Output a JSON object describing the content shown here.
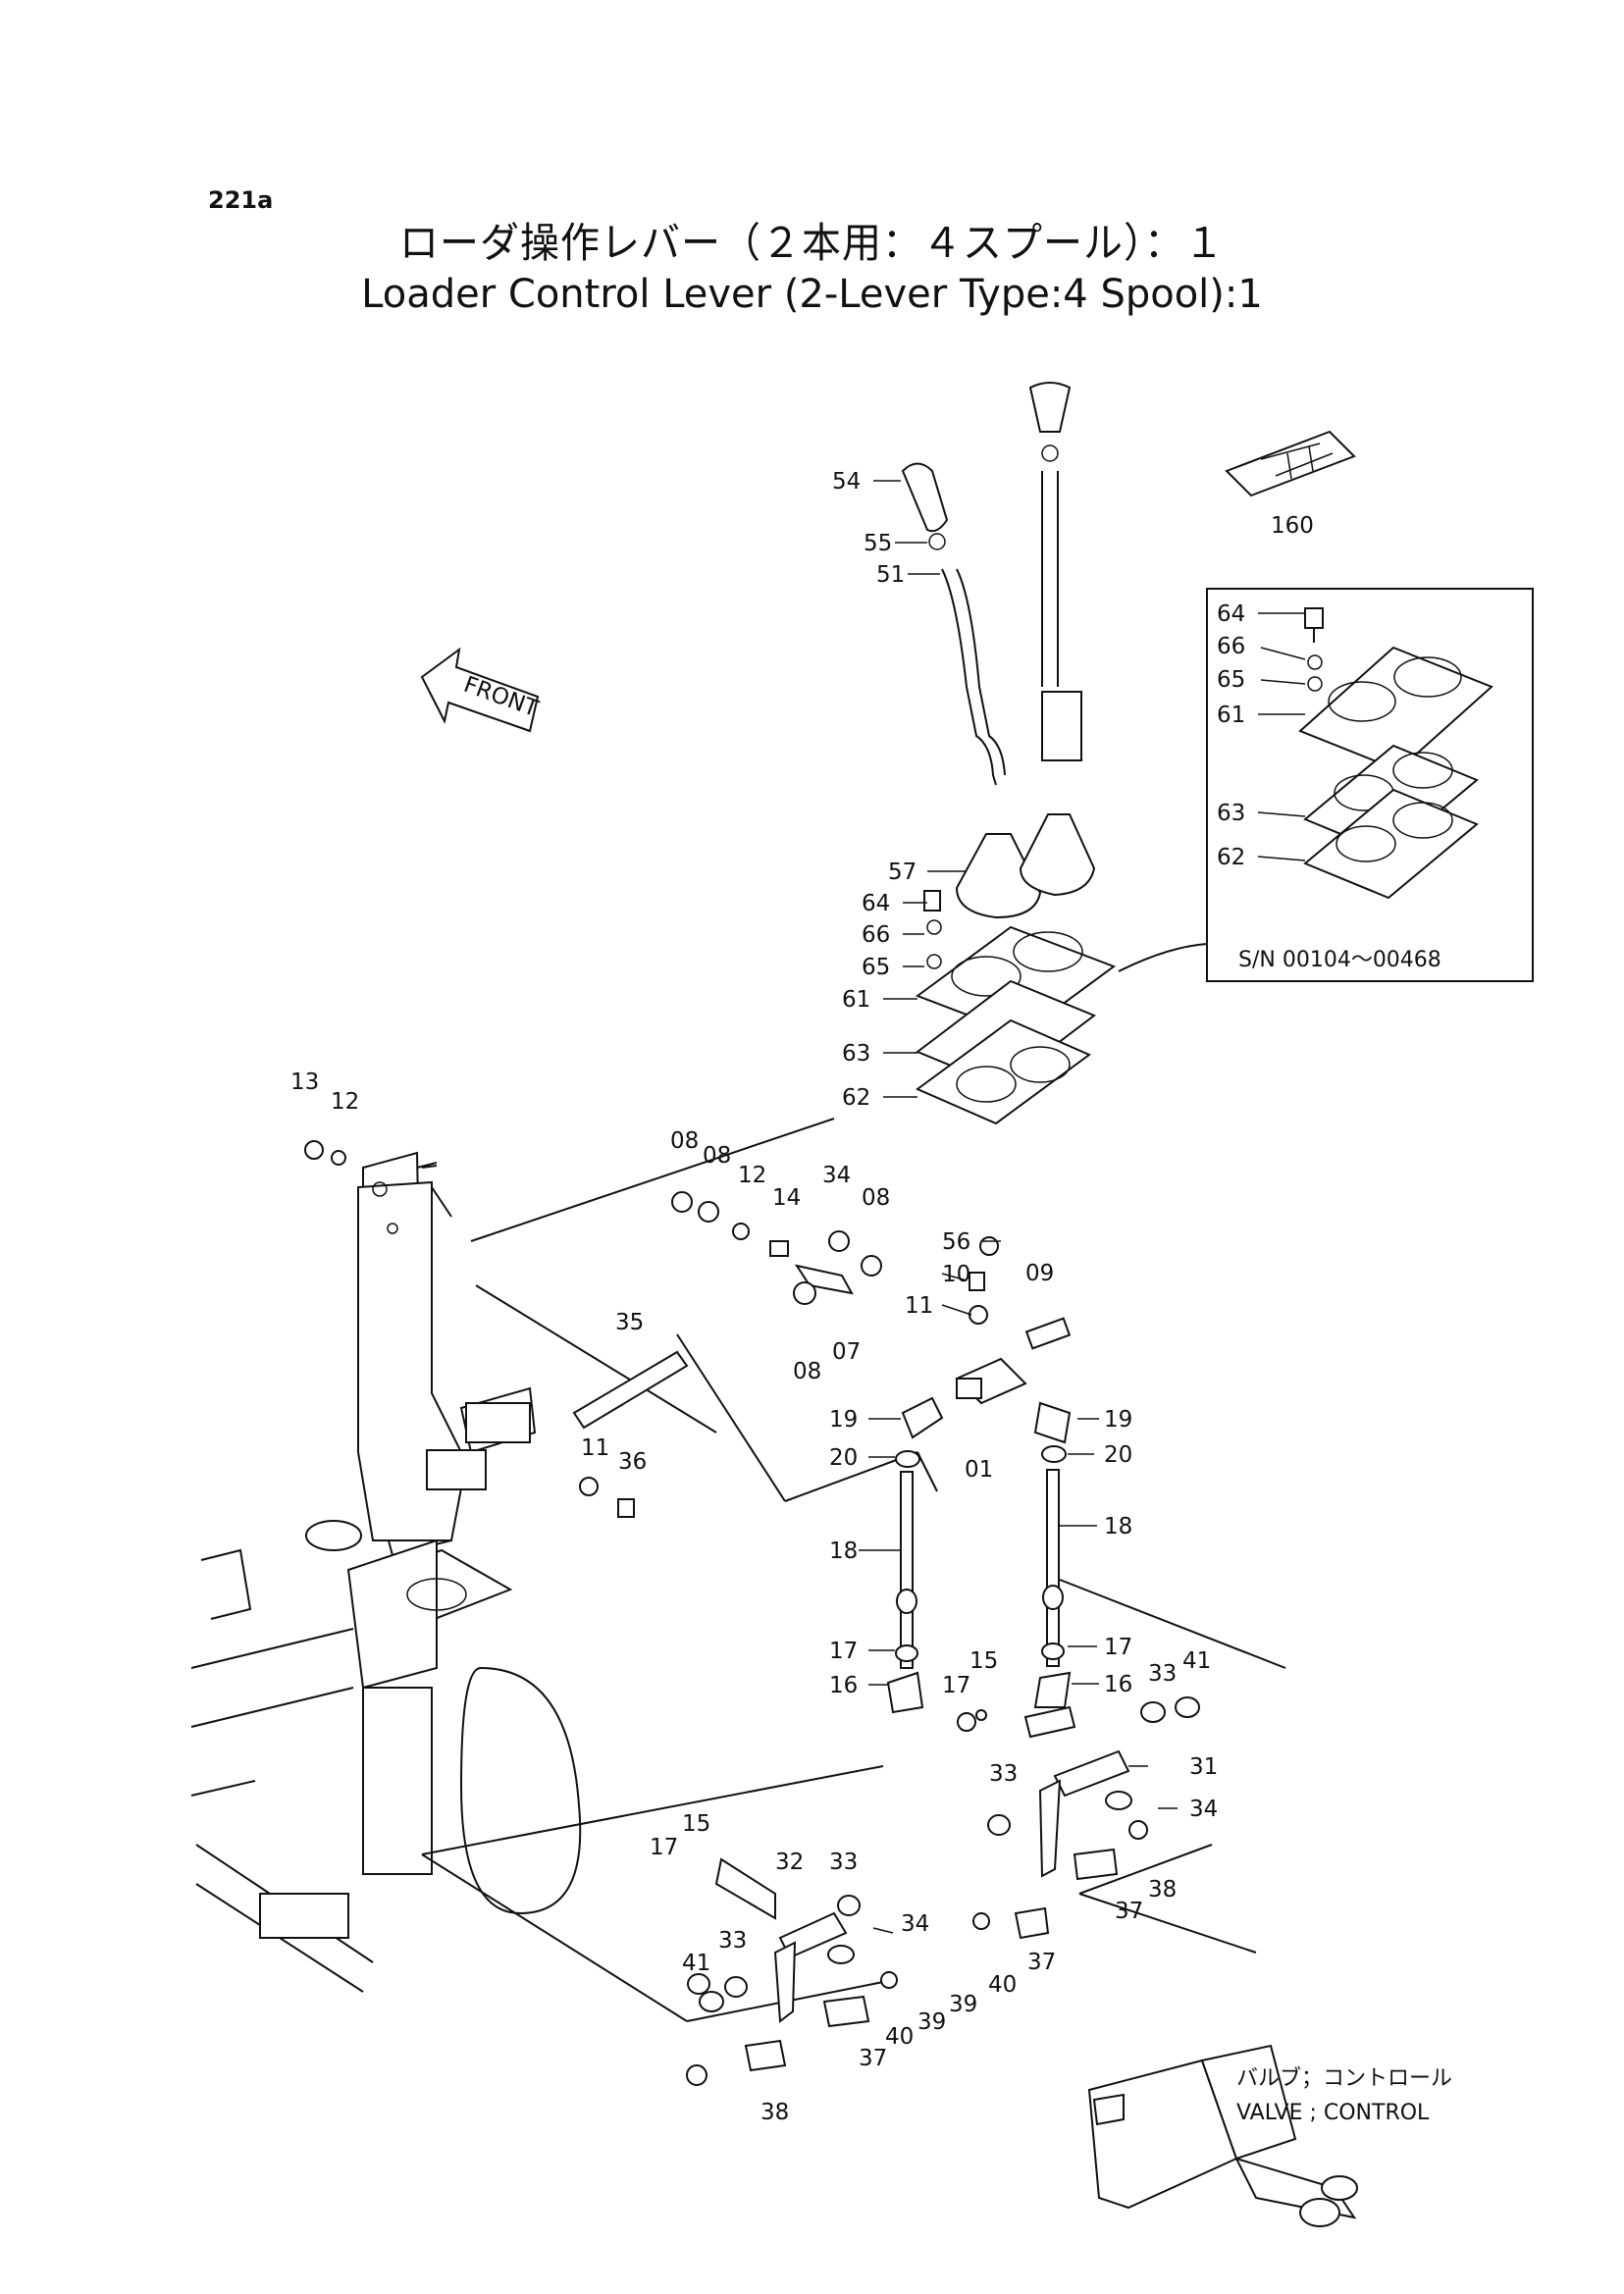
{
  "page_code": "221a",
  "title_jp": "ローダ操作レバー（２本用：４スプール）：１",
  "title_en": "Loader Control Lever (2-Lever Type:4 Spool):1",
  "front_label": "FRONT",
  "serial_note": "S/N   00104～00468",
  "valve_label_jp": "バルブ；コントロール",
  "valve_label_en": "VALVE ; CONTROL",
  "callouts": [
    "54",
    "55",
    "51",
    "57",
    "64",
    "66",
    "65",
    "61",
    "63",
    "62",
    "160",
    "64",
    "66",
    "65",
    "61",
    "63",
    "62",
    "13",
    "12",
    "08",
    "08",
    "12",
    "14",
    "34",
    "08",
    "56",
    "10",
    "11",
    "09",
    "08",
    "07",
    "35",
    "11",
    "36",
    "19",
    "19",
    "20",
    "01",
    "20",
    "18",
    "18",
    "17",
    "17",
    "16",
    "17",
    "15",
    "16",
    "33",
    "41",
    "31",
    "33",
    "34",
    "17",
    "15",
    "32",
    "33",
    "34",
    "41",
    "33",
    "40",
    "39",
    "37",
    "40",
    "39",
    "38",
    "37",
    "37",
    "38"
  ]
}
